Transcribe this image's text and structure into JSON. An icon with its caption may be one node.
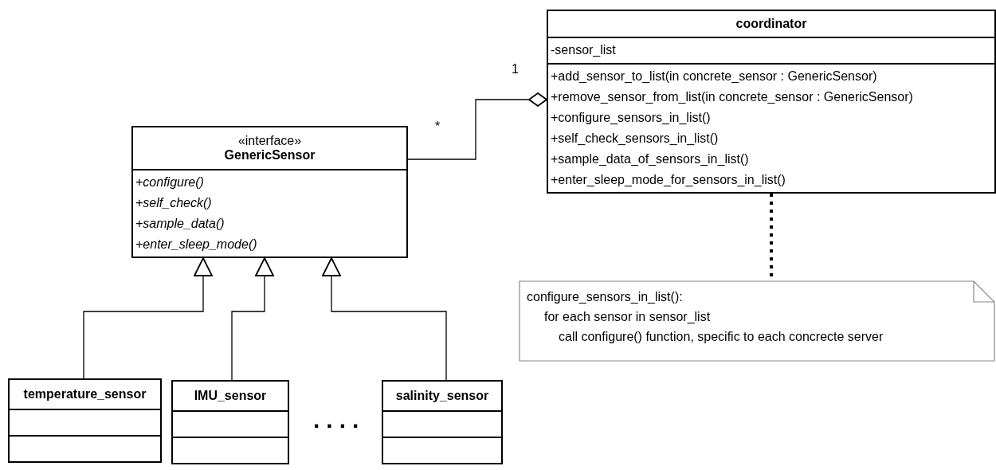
{
  "diagram": {
    "nodes": [
      {
        "text": [
          "«interface»",
          "GenericSensor",
          "+configure()",
          "+self_check()",
          "+sample_data()",
          "+enter_sleep_mode()"
        ]
      },
      {
        "text": [
          "coordinator",
          "-sensor_list",
          "+add_sensor_to_list(in concrete_sensor : GenericSensor)",
          "+remove_sensor_from_list(in concrete_sensor : GenericSensor)",
          "+configure_sensors_in_list()",
          "+self_check_sensors_in_list()",
          "+sample_data_of_sensors_in_list()",
          "+enter_sleep_mode_for_sensors_in_list()"
        ]
      },
      {
        "text": [
          "temperature_sensor"
        ]
      },
      {
        "text": [
          "IMU_sensor"
        ]
      },
      {
        "text": [
          "salinity_sensor"
        ]
      },
      {
        "text": [
          "configure_sensors_in_list():",
          "for each sensor in sensor_list",
          "call configure() function, specific to each concrecte server"
        ]
      }
    ],
    "edges": [
      {
        "from": 1,
        "to": 0,
        "arrow": "other"
      },
      {
        "from": 2,
        "to": 0,
        "arrow": "to"
      },
      {
        "from": 3,
        "to": 0,
        "arrow": "to"
      },
      {
        "from": 4,
        "to": 0,
        "arrow": "to"
      },
      {
        "from": 1,
        "to": 5,
        "arrow": "none",
        "style": "dashed"
      }
    ],
    "labels": [
      "1",
      "*",
      "...."
    ]
  }
}
